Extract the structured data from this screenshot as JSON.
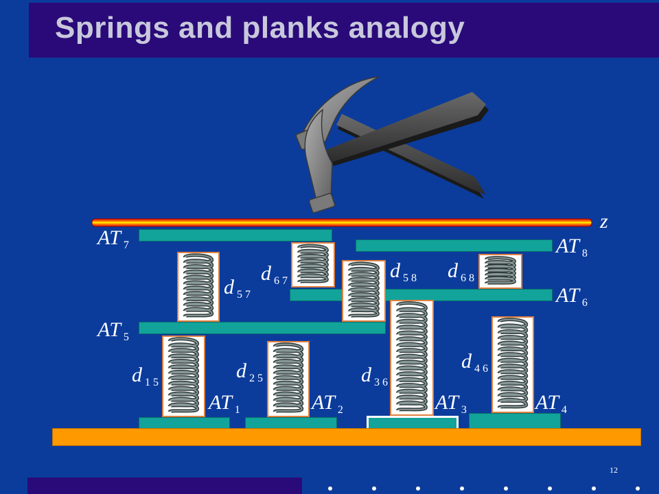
{
  "slide": {
    "title": "Springs and planks analogy",
    "page_number": "12",
    "z_label": "z"
  },
  "planks": {
    "at1": {
      "base": "AT",
      "sub": "1"
    },
    "at2": {
      "base": "AT",
      "sub": "2"
    },
    "at3": {
      "base": "AT",
      "sub": "3"
    },
    "at4": {
      "base": "AT",
      "sub": "4"
    },
    "at5": {
      "base": "AT",
      "sub": "5"
    },
    "at6": {
      "base": "AT",
      "sub": "6"
    },
    "at7": {
      "base": "AT",
      "sub": "7"
    },
    "at8": {
      "base": "AT",
      "sub": "8"
    }
  },
  "springs": {
    "d15": {
      "base": "d",
      "sub": "15"
    },
    "d25": {
      "base": "d",
      "sub": "25"
    },
    "d36": {
      "base": "d",
      "sub": "36"
    },
    "d46": {
      "base": "d",
      "sub": "46"
    },
    "d57": {
      "base": "d",
      "sub": "57"
    },
    "d58": {
      "base": "d",
      "sub": "58"
    },
    "d67": {
      "base": "d",
      "sub": "67"
    },
    "d68": {
      "base": "d",
      "sub": "68"
    }
  },
  "colors": {
    "background": "#0b3c9c",
    "title_bar": "#2a0a78",
    "plank": "#12a39a",
    "base": "#ff9900",
    "spring_frame": "#e08040",
    "z_bar_core": "#ffff00",
    "z_bar_edge": "#e01010"
  },
  "icons": [
    "hammer-icon",
    "spring-coil-icon"
  ]
}
